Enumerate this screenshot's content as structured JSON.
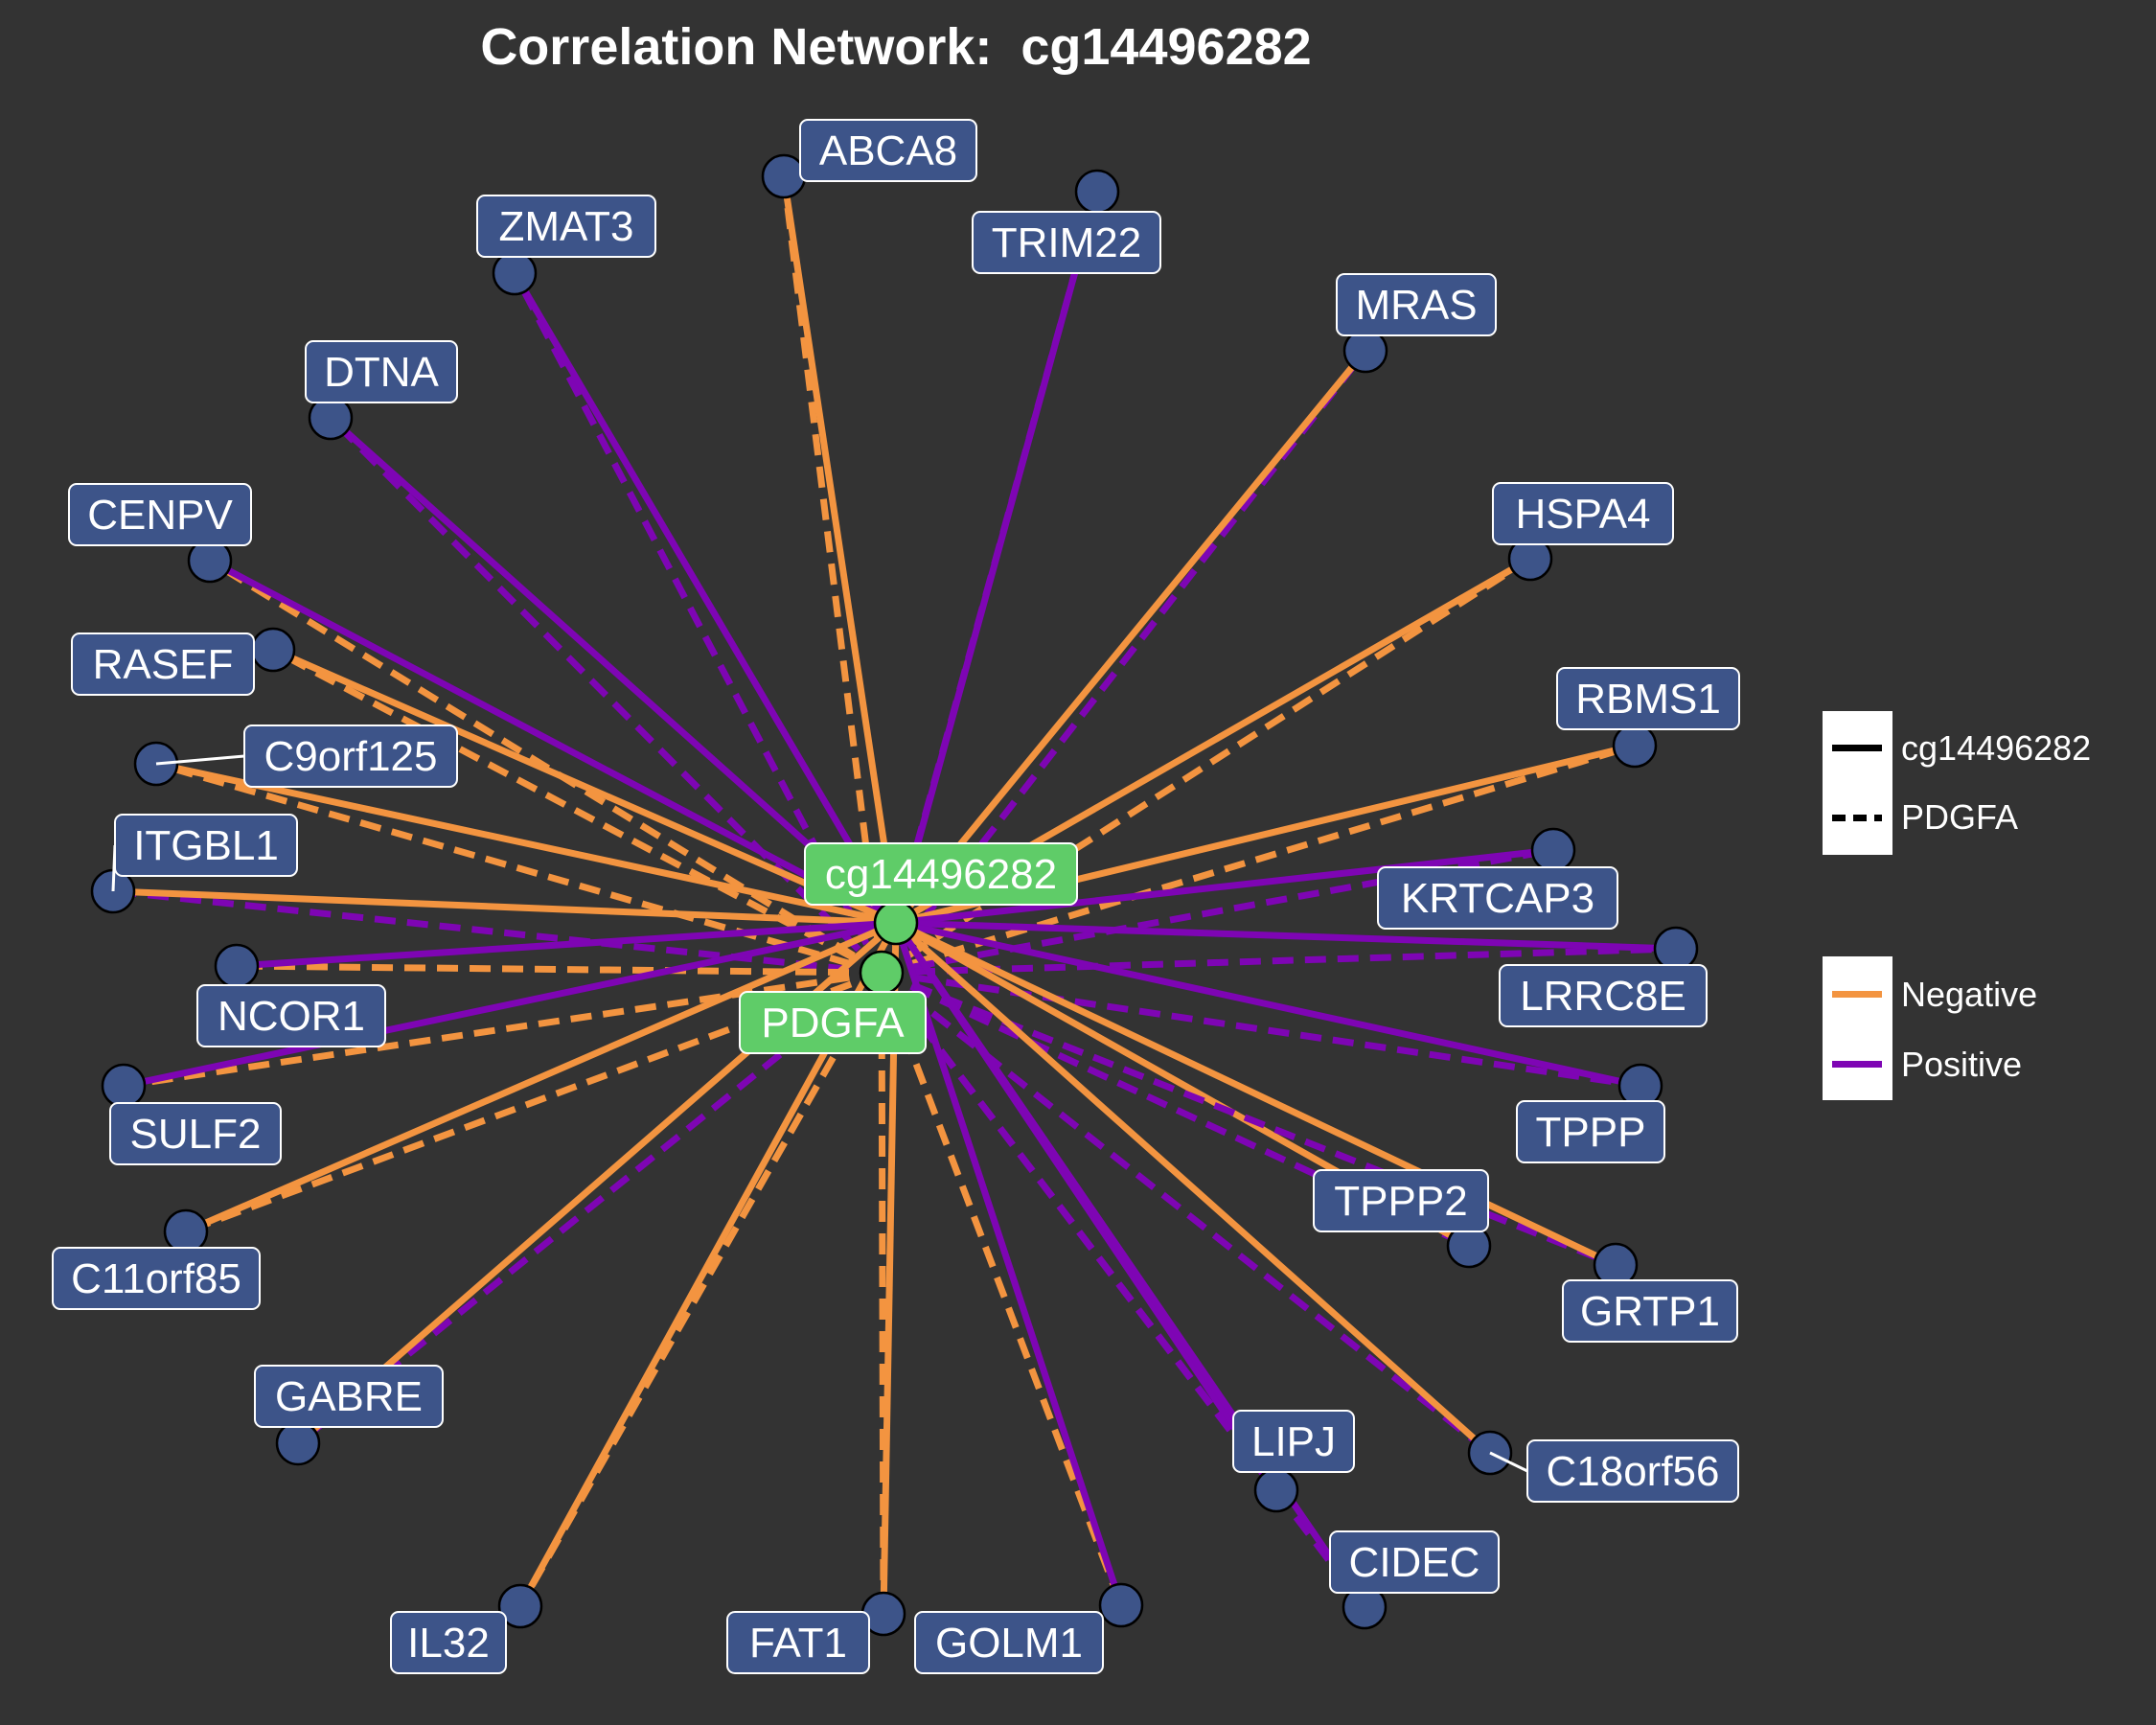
{
  "title": "Correlation Network:  cg14496282",
  "colors": {
    "background": "#333333",
    "negative": "#f39440",
    "positive": "#7e05b4",
    "gene_node": "#3d5489",
    "hub_node": "#5fcc68"
  },
  "legend": {
    "linetype_items": [
      "cg14496282",
      "PDGFA"
    ],
    "color_items": [
      "Negative",
      "Positive"
    ]
  },
  "hubs": [
    "cg14496282",
    "PDGFA"
  ],
  "genes": [
    {
      "name": "ABCA8",
      "cg": "Negative",
      "pdgfa": "Negative"
    },
    {
      "name": "TRIM22",
      "cg": "Positive",
      "pdgfa": "Positive"
    },
    {
      "name": "ZMAT3",
      "cg": "Positive",
      "pdgfa": "Positive"
    },
    {
      "name": "MRAS",
      "cg": "Negative",
      "pdgfa": "Positive"
    },
    {
      "name": "DTNA",
      "cg": "Positive",
      "pdgfa": "Positive"
    },
    {
      "name": "HSPA4",
      "cg": "Negative",
      "pdgfa": "Negative"
    },
    {
      "name": "CENPV",
      "cg": "Positive",
      "pdgfa": "Negative"
    },
    {
      "name": "RASEF",
      "cg": "Negative",
      "pdgfa": "Negative"
    },
    {
      "name": "RBMS1",
      "cg": "Negative",
      "pdgfa": "Negative"
    },
    {
      "name": "C9orf125",
      "cg": "Negative",
      "pdgfa": "Negative"
    },
    {
      "name": "ITGBL1",
      "cg": "Negative",
      "pdgfa": "Positive"
    },
    {
      "name": "KRTCAP3",
      "cg": "Positive",
      "pdgfa": "Positive"
    },
    {
      "name": "NCOR1",
      "cg": "Positive",
      "pdgfa": "Negative"
    },
    {
      "name": "LRRC8E",
      "cg": "Positive",
      "pdgfa": "Positive"
    },
    {
      "name": "SULF2",
      "cg": "Positive",
      "pdgfa": "Negative"
    },
    {
      "name": "TPPP",
      "cg": "Positive",
      "pdgfa": "Positive"
    },
    {
      "name": "C11orf85",
      "cg": "Negative",
      "pdgfa": "Negative"
    },
    {
      "name": "TPPP2",
      "cg": "Negative",
      "pdgfa": "Positive"
    },
    {
      "name": "GRTP1",
      "cg": "Negative",
      "pdgfa": "Positive"
    },
    {
      "name": "GABRE",
      "cg": "Negative",
      "pdgfa": "Positive"
    },
    {
      "name": "LIPJ",
      "cg": "Positive",
      "pdgfa": "Positive"
    },
    {
      "name": "C18orf56",
      "cg": "Negative",
      "pdgfa": "Positive"
    },
    {
      "name": "CIDEC",
      "cg": "Positive",
      "pdgfa": "Positive"
    },
    {
      "name": "IL32",
      "cg": "Negative",
      "pdgfa": "Negative"
    },
    {
      "name": "FAT1",
      "cg": "Negative",
      "pdgfa": "Negative"
    },
    {
      "name": "GOLM1",
      "cg": "Positive",
      "pdgfa": "Negative"
    }
  ]
}
